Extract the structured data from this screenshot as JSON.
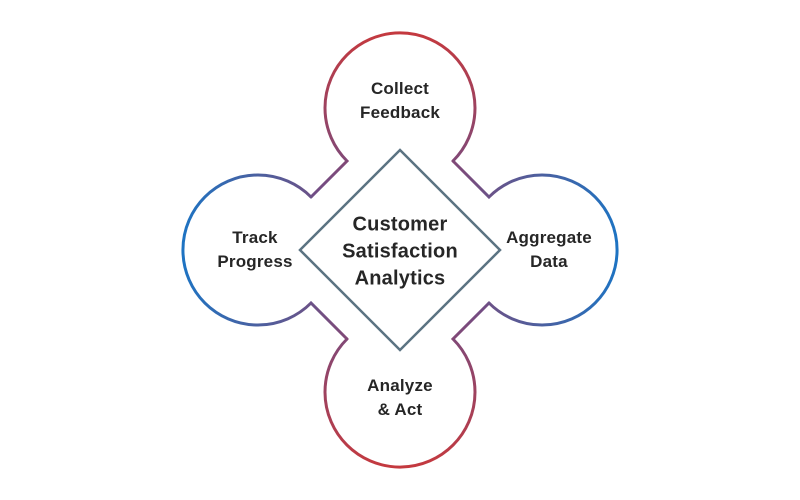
{
  "diagram": {
    "title": "Customer Satisfaction Analytics cycle diagram",
    "center": {
      "label": "Customer\nSatisfaction\nAnalytics"
    },
    "nodes": [
      {
        "id": "top",
        "label": "Collect\nFeedback"
      },
      {
        "id": "right",
        "label": "Aggregate\nData"
      },
      {
        "id": "bottom",
        "label": "Analyze\n& Act"
      },
      {
        "id": "left",
        "label": "Track\nProgress"
      }
    ],
    "colors": {
      "red": "#c4393f",
      "blue": "#1e73c2",
      "purple": "#6f4d86",
      "maroon": "#814977",
      "diamond_stroke": "#5b7382",
      "text": "#262626",
      "background": "#ffffff"
    }
  }
}
